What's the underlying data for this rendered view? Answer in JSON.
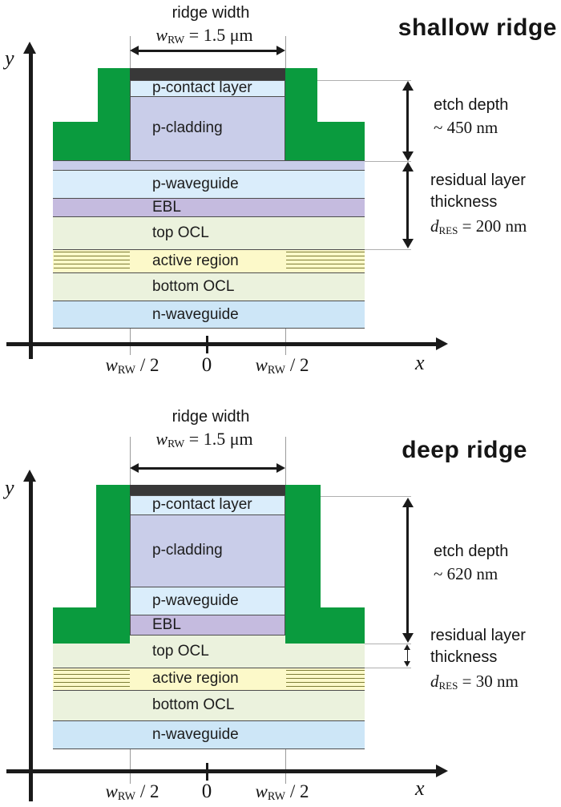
{
  "colors": {
    "green_contact_pads": "#0a9b3e",
    "metal_bar": "#383838",
    "p_contact_and_p_waveguide": "#daedfb",
    "p_cladding": "#c9cde9",
    "ebl": "#c5bbdf",
    "ocl": "#ebf2dd",
    "active_region": "#fcf9c9",
    "n_waveguide": "#cde6f7"
  },
  "shallow": {
    "title": "shallow ridge",
    "ridge_width_caption": "ridge width",
    "ridge_width_formula": {
      "symbol": "w",
      "subscript": "RW",
      "rest": " = 1.5 μm"
    },
    "y_axis_label": "y",
    "x_axis_label": "x",
    "origin_label": "0",
    "half_width_label": {
      "symbol": "w",
      "subscript": "RW",
      "rest": " / 2"
    },
    "layers": {
      "p_contact": "p-contact layer",
      "p_cladding": "p-cladding",
      "p_waveguide": "p-waveguide",
      "ebl": "EBL",
      "top_ocl": "top OCL",
      "active": "active region",
      "bottom_ocl": "bottom OCL",
      "n_waveguide": "n-waveguide"
    },
    "etch_depth": {
      "caption": "etch depth",
      "value": "~ 450 nm"
    },
    "residual": {
      "caption_line1": "residual layer",
      "caption_line2": "thickness",
      "formula": {
        "symbol": "d",
        "subscript": "RES",
        "rest": " = 200 nm"
      }
    }
  },
  "deep": {
    "title": "deep ridge",
    "ridge_width_caption": "ridge width",
    "ridge_width_formula": {
      "symbol": "w",
      "subscript": "RW",
      "rest": " = 1.5 μm"
    },
    "y_axis_label": "y",
    "x_axis_label": "x",
    "origin_label": "0",
    "half_width_label": {
      "symbol": "w",
      "subscript": "RW",
      "rest": " / 2"
    },
    "layers": {
      "p_contact": "p-contact layer",
      "p_cladding": "p-cladding",
      "p_waveguide": "p-waveguide",
      "ebl": "EBL",
      "top_ocl": "top OCL",
      "active": "active region",
      "bottom_ocl": "bottom OCL",
      "n_waveguide": "n-waveguide"
    },
    "etch_depth": {
      "caption": "etch depth",
      "value": "~ 620 nm"
    },
    "residual": {
      "caption_line1": "residual layer",
      "caption_line2": "thickness",
      "formula": {
        "symbol": "d",
        "subscript": "RES",
        "rest": " = 30 nm"
      }
    }
  }
}
